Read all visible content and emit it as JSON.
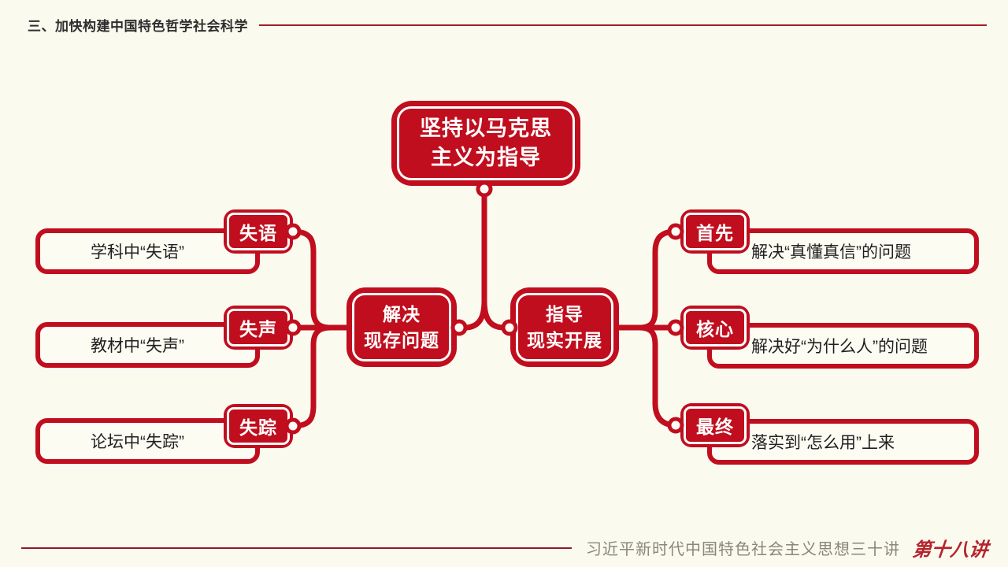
{
  "colors": {
    "red": "#c00e1e",
    "background": "#fbfaef",
    "rule_top": "#a31e24",
    "rule_bottom": "#8e1c29",
    "footer_gray": "#8a867c",
    "lecture_red": "#b5242c",
    "leaf_text": "#1f1f1f"
  },
  "header": {
    "title": "三、加快构建中国特色哲学社会科学"
  },
  "mindmap": {
    "root": {
      "line1": "坚持以马克思",
      "line2": "主义为指导"
    },
    "left_node": {
      "line1": "解决",
      "line2": "现存问题"
    },
    "right_node": {
      "line1": "指导",
      "line2": "现实开展"
    },
    "left_items": [
      {
        "badge": "失语",
        "label": "学科中“失语”"
      },
      {
        "badge": "失声",
        "label": "教材中“失声”"
      },
      {
        "badge": "失踪",
        "label": "论坛中“失踪”"
      }
    ],
    "right_items": [
      {
        "badge": "首先",
        "label": "解决“真懂真信”的问题"
      },
      {
        "badge": "核心",
        "label": "解决好“为什么人”的问题"
      },
      {
        "badge": "最终",
        "label": "落实到“怎么用”上来"
      }
    ]
  },
  "footer": {
    "series": "习近平新时代中国特色社会主义思想三十讲",
    "lecture": "第十八讲"
  }
}
